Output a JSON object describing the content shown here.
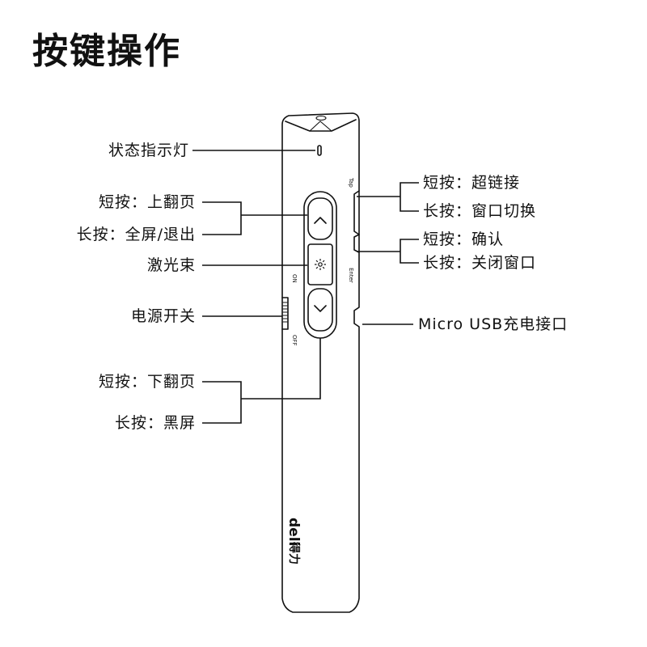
{
  "title": "按键操作",
  "labels": {
    "status_indicator": "状态指示灯",
    "up_short": "短按：上翻页",
    "up_long": "长按：全屏/退出",
    "laser": "激光束",
    "power_switch": "电源开关",
    "down_short": "短按：下翻页",
    "down_long": "长按：黑屏",
    "tap_short": "短按：超链接",
    "tap_long": "长按：窗口切换",
    "enter_short": "短按：确认",
    "enter_long": "长按：关闭窗口",
    "usb": "Micro USB充电接口"
  },
  "device": {
    "side_top": "Tap",
    "side_enter": "Enter",
    "switch_on": "ON",
    "switch_off": "OFF",
    "brand_en": "deli",
    "brand_cn": "得力"
  },
  "icons": {
    "up": "chevron-up-icon",
    "laser": "laser-icon",
    "down": "chevron-down-icon"
  }
}
